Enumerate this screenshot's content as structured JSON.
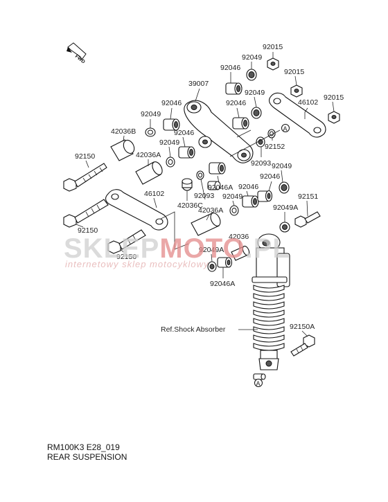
{
  "fwd_badge": "FWD",
  "callouts": {
    "p92015_top": "92015",
    "p92049_top": "92049",
    "p92046_a": "92046",
    "p92015_b": "92015",
    "p39007": "39007",
    "p92049_b": "92049",
    "p92015_c": "92015",
    "p46102_top": "46102",
    "p92046_b": "92046",
    "p92046_c": "92046",
    "p92049_c": "92049",
    "p42036B": "42036B",
    "p92046_d": "92046",
    "p92049_d": "92049",
    "p92152": "92152",
    "p92093_a": "92093",
    "p92049_e": "92049",
    "p92150_a": "92150",
    "p42036A_a": "42036A",
    "p92046_e": "92046",
    "p92046A_a": "92046A",
    "p92046_f": "92046",
    "p46102_b": "46102",
    "p42036C": "42036C",
    "p92049_f": "92049",
    "p92151": "92151",
    "p92093_b": "92093",
    "p92049A_a": "92049A",
    "p42036A_b": "42036A",
    "p92150_b": "92150",
    "p42036": "42036",
    "p92150_c": "92150",
    "p92049A_b": "92049A",
    "p92046A_b": "92046A",
    "ref_shock": "Ref.Shock Absorber",
    "p92150A": "92150A",
    "marker_a": "A"
  },
  "watermark": {
    "brand_left": "SKLEP",
    "brand_mid": "MOTO",
    "brand_right": ".PL",
    "tagline": "internetowy sklep motocyklowy"
  },
  "footer": {
    "code": "RM100K3 E28_019",
    "title": "REAR SUSPENSION"
  },
  "colors": {
    "ink": "#111111",
    "watermark_gray": "#cfcfcf",
    "watermark_red": "#e48a8a"
  }
}
